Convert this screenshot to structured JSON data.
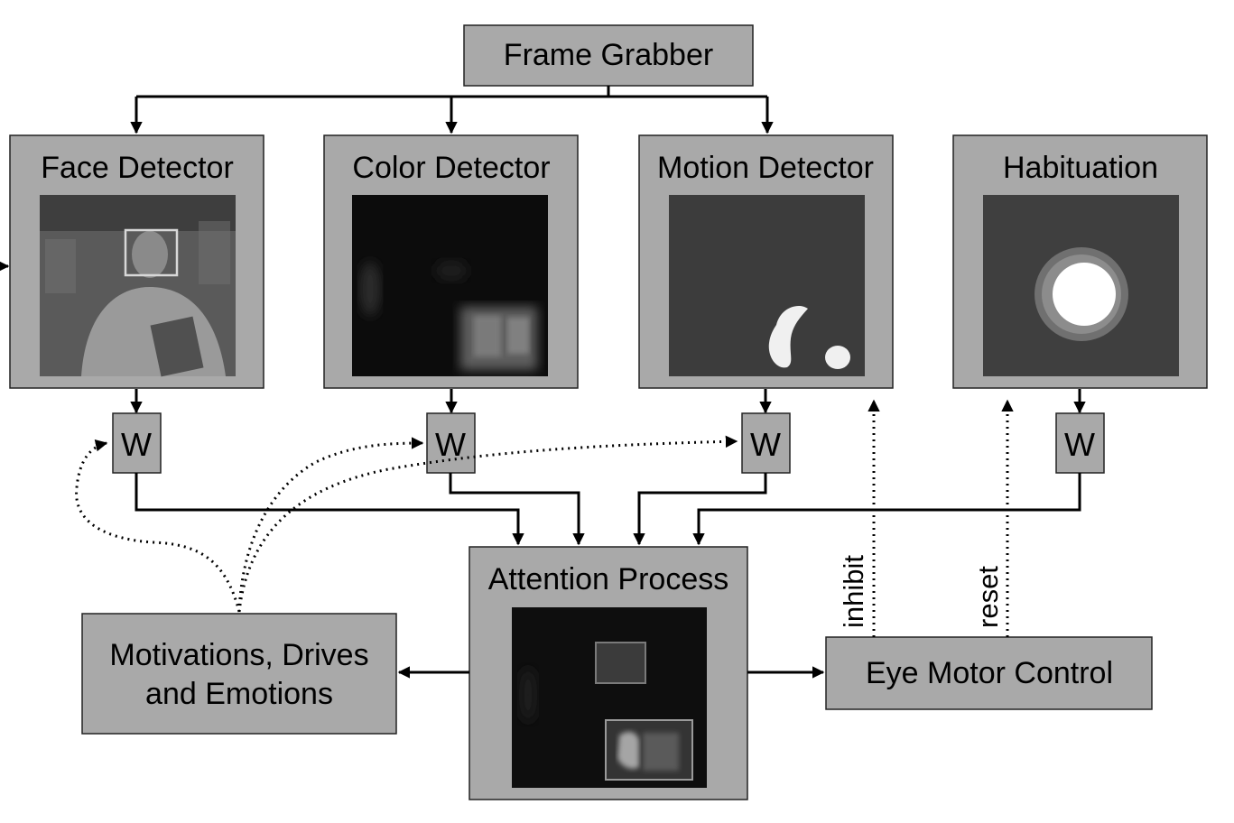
{
  "modules": {
    "frame_grabber": "Frame Grabber",
    "face_detector": "Face Detector",
    "color_detector": "Color Detector",
    "motion_detector": "Motion Detector",
    "habituation": "Habituation",
    "attention_process": "Attention Process",
    "motivations_line1": "Motivations, Drives",
    "motivations_line2": "and Emotions",
    "eye_motor_control": "Eye Motor Control"
  },
  "weights": {
    "face": "W",
    "color": "W",
    "motion": "W",
    "habituation": "W"
  },
  "signals": {
    "inhibit": "inhibit",
    "reset": "reset"
  },
  "colors": {
    "box_fill": "#a9a9a9",
    "image_dark": "#1c1c1c",
    "image_mid": "#3a3a3a",
    "line": "#000000"
  }
}
